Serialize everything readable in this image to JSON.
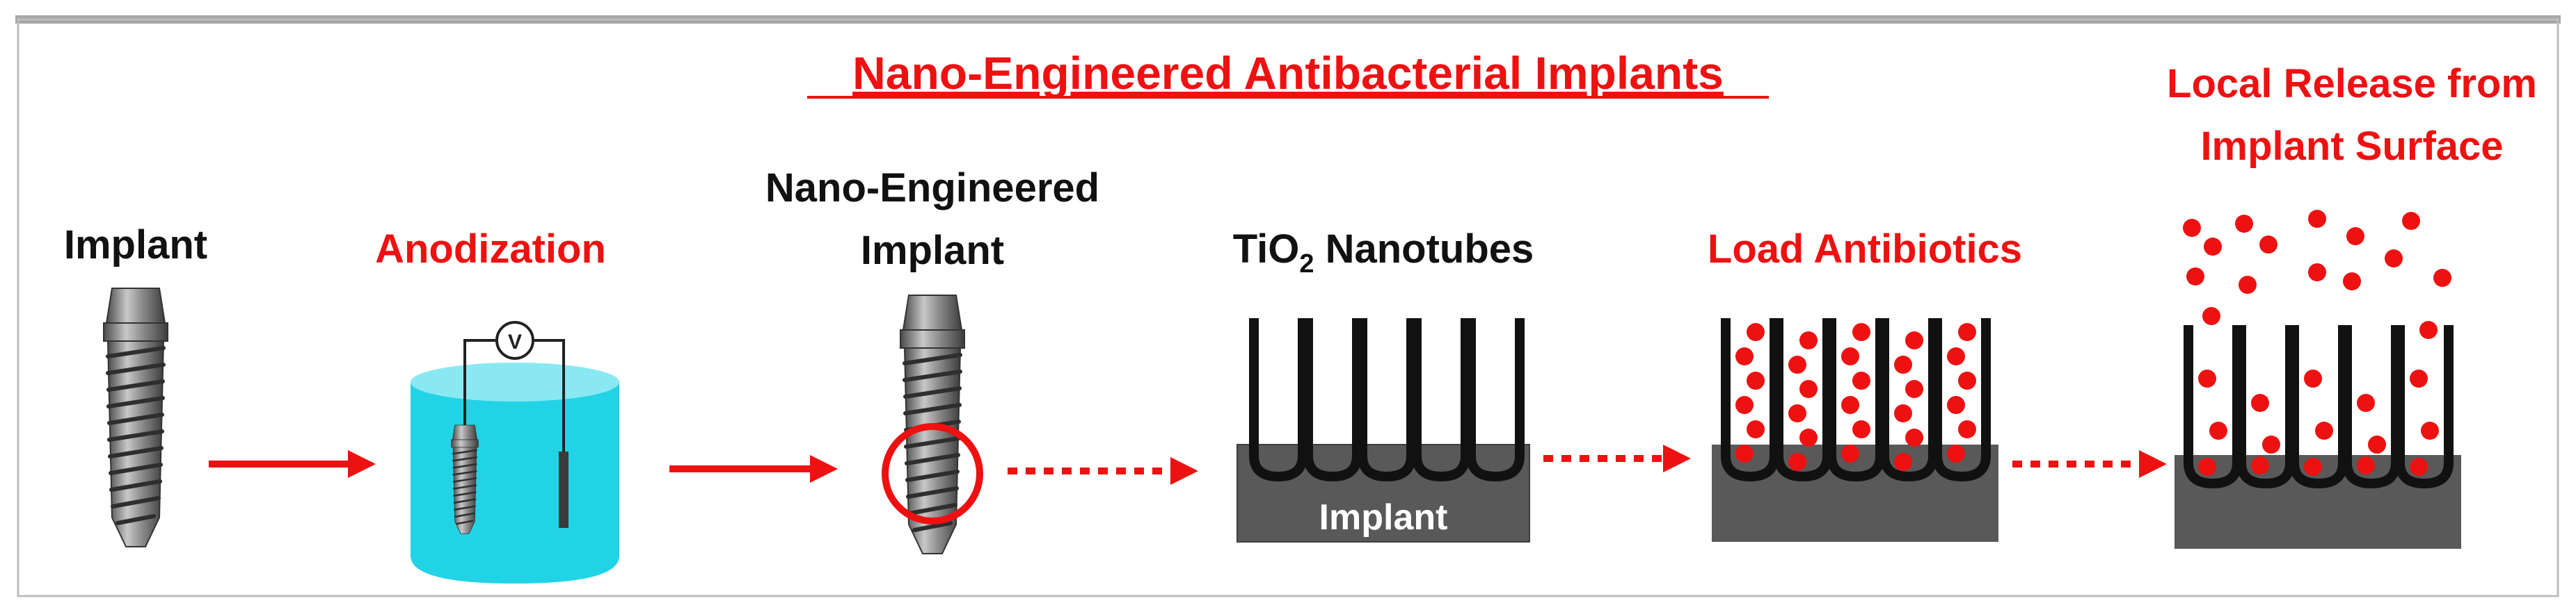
{
  "title": "Nano-Engineered Antibacterial Implants",
  "steps": {
    "implant": "Implant",
    "anodization": "Anodization",
    "nano_line1": "Nano-Engineered",
    "nano_line2": "Implant",
    "nanotubes_prefix": "TiO",
    "nanotubes_sub": "2",
    "nanotubes_suffix": " Nanotubes",
    "load": "Load Antibiotics",
    "release_line1": "Local Release from",
    "release_line2": "Implant Surface"
  },
  "base_label": "Implant",
  "voltmeter_symbol": "V",
  "colors": {
    "accent_red": "#ee1111",
    "label_black": "#111111",
    "electrolyte": "#22d3e6",
    "substrate": "#595959",
    "frame_gray": "#a6a6a6"
  }
}
